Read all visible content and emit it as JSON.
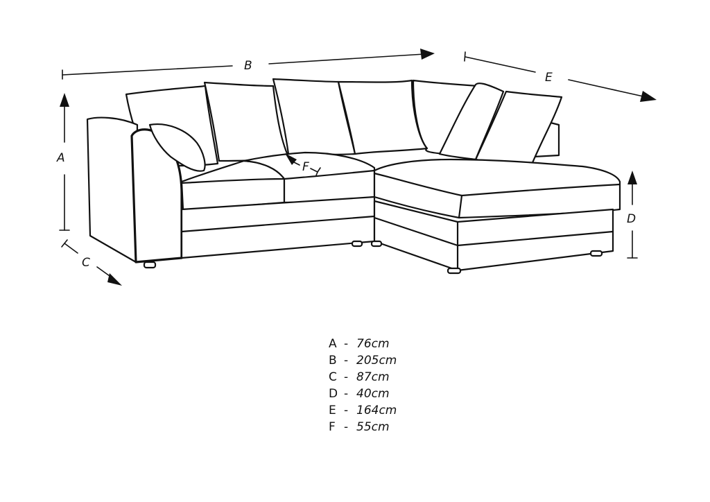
{
  "diagram": {
    "subject": "corner sofa dimension drawing",
    "labels": {
      "A": "A",
      "B": "B",
      "C": "C",
      "D": "D",
      "E": "E",
      "F": "F"
    }
  },
  "legend": {
    "items": [
      {
        "letter": "A",
        "dash": "-",
        "value": "76cm"
      },
      {
        "letter": "B",
        "dash": "-",
        "value": "205cm"
      },
      {
        "letter": "C",
        "dash": "-",
        "value": "87cm"
      },
      {
        "letter": "D",
        "dash": "-",
        "value": "40cm"
      },
      {
        "letter": "E",
        "dash": "-",
        "value": "164cm"
      },
      {
        "letter": "F",
        "dash": "-",
        "value": "55cm"
      }
    ]
  },
  "colors": {
    "line": "#111111",
    "background": "#ffffff"
  }
}
